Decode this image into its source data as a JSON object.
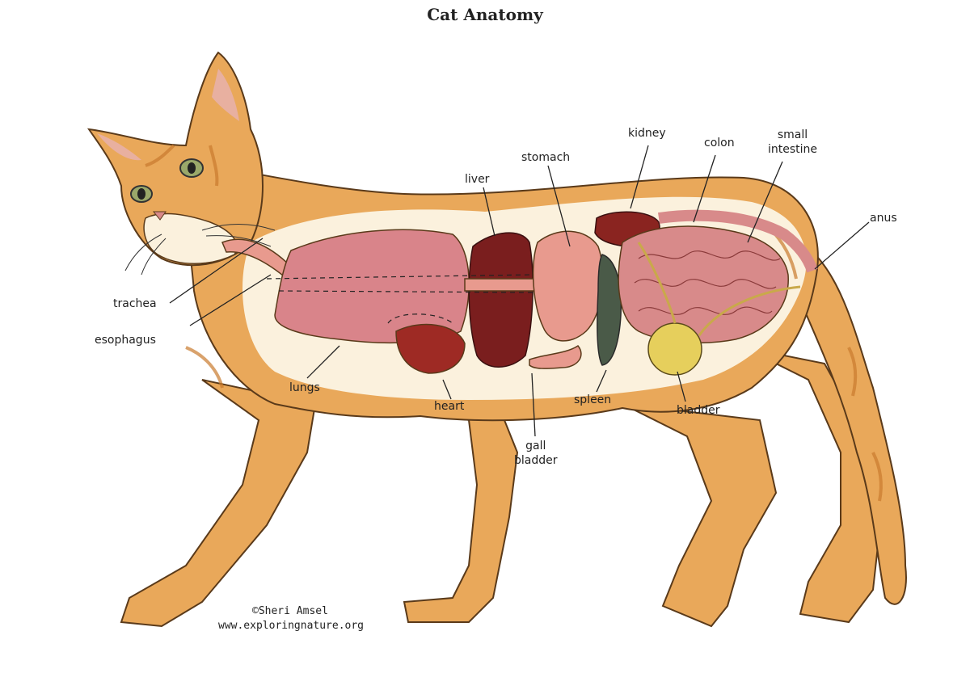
{
  "title": "Cat Anatomy",
  "labels": {
    "trachea": "trachea",
    "esophagus": "esophagus",
    "lungs": "lungs",
    "heart": "heart",
    "liver": "liver",
    "stomach": "stomach",
    "gall_bladder_1": "gall",
    "gall_bladder_2": "bladder",
    "spleen": "spleen",
    "kidney": "kidney",
    "colon": "colon",
    "small_intestine_1": "small",
    "small_intestine_2": "intestine",
    "bladder": "bladder",
    "anus": "anus"
  },
  "credit": {
    "author": "©Sheri Amsel",
    "site": "www.exploringnature.org"
  },
  "colors": {
    "fur": "#e9a85a",
    "fur_dark": "#c97a2e",
    "belly": "#fbf1dd",
    "lungs": "#d9848a",
    "heart": "#9e2a24",
    "liver": "#7a1e1e",
    "stomach": "#e89a8e",
    "spleen": "#4a5a48",
    "kidney": "#8a2420",
    "intestine": "#d88a8a",
    "bladder": "#e6cf5c"
  }
}
